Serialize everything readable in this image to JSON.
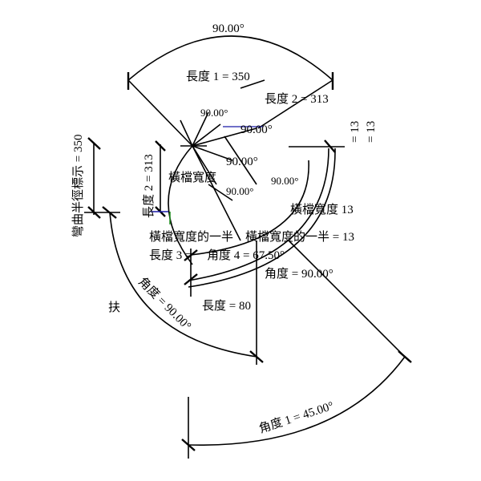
{
  "dimensions": {
    "top_angle": "90.00°",
    "length_1": "長度 1 = 350",
    "length_2_top": "長度 2 = 313",
    "length_2_left": "長度 2 = 313",
    "bend_radius": "彎曲半徑標示 = 350",
    "left_angle": "角度 = 90.00°",
    "left_angle_prefix": "扶",
    "length_80": "長度 = 80",
    "angle_1": "角度 1 = 45.00°",
    "angle_4": "角度 4 = 67.50°",
    "angle_inner": "角度 = 90.00°",
    "length_3": "長度 3 =",
    "rail_width_half_a": "橫檔寬度的一半",
    "rail_width_half_b": "橫檔寬度的一半 = 13",
    "rail_width_13": "橫檔寬度 13",
    "rail_width": "橫檔寬度",
    "inner_90_a": "90.00°",
    "inner_90_b": "90.00°",
    "inner_90_c": "90.00°",
    "inner_90_d": "90.00°",
    "inner_90_e": "90.00°",
    "eq_13_a": "= 13",
    "eq_13_b": "= 13"
  }
}
